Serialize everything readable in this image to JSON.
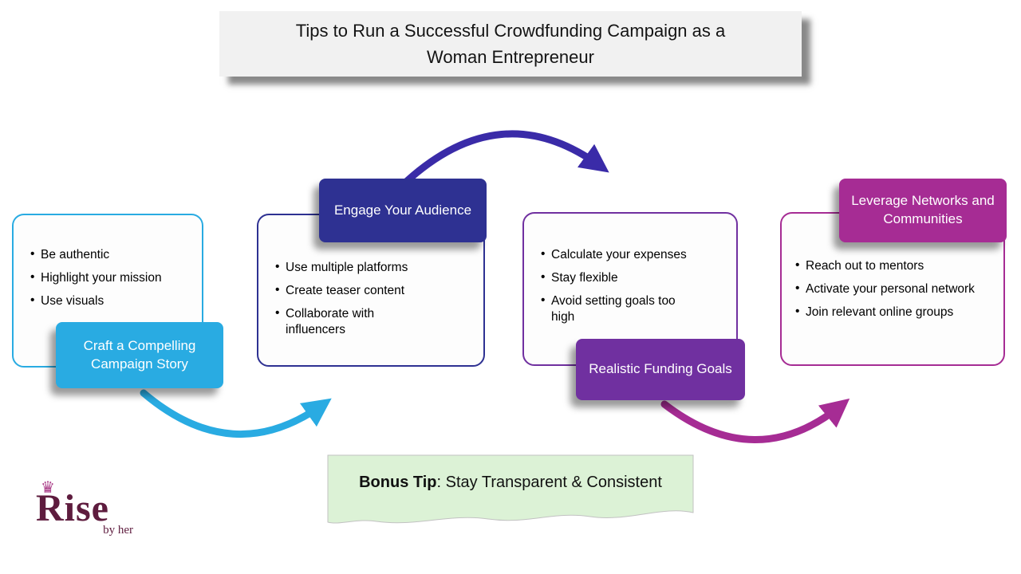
{
  "title": "Tips to Run a Successful Crowdfunding Campaign as a Woman Entrepreneur",
  "colors": {
    "cyan": "#29ABE2",
    "blue": "#2E3192",
    "indigo_arrow": "#3A2BA8",
    "purple": "#7030A0",
    "magenta": "#A62C94",
    "bonus_green": "#DCF2D6",
    "title_bg": "#F1F1F1",
    "logo_maroon": "#5E1C3E"
  },
  "steps": [
    {
      "label": "Craft a Compelling Campaign Story",
      "accent": "#29ABE2",
      "bullets": [
        "Be authentic",
        "Highlight your mission",
        "Use visuals"
      ]
    },
    {
      "label": "Engage Your Audience",
      "accent": "#2E3192",
      "bullets": [
        "Use multiple platforms",
        "Create teaser content",
        "Collaborate with influencers"
      ]
    },
    {
      "label": "Realistic Funding Goals",
      "accent": "#7030A0",
      "bullets": [
        "Calculate your expenses",
        "Stay flexible",
        "Avoid setting goals too high"
      ]
    },
    {
      "label": "Leverage Networks and Communities",
      "accent": "#A62C94",
      "bullets": [
        "Reach out to mentors",
        "Activate your personal network",
        "Join relevant online groups"
      ]
    }
  ],
  "bonus": {
    "label": "Bonus Tip",
    "rest": ": Stay Transparent & Consistent"
  },
  "logo": {
    "name": "Rise",
    "tagline": "by her"
  }
}
